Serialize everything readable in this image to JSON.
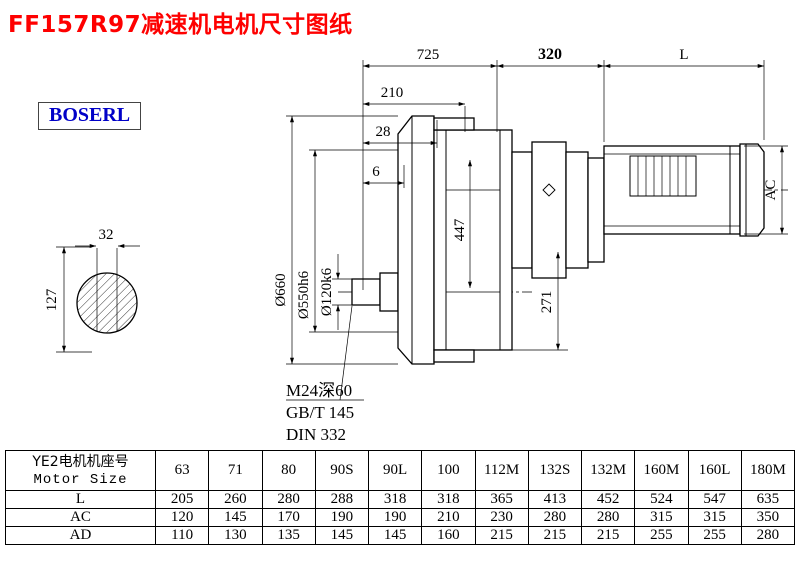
{
  "page": {
    "title": "FF157R97减速机电机尺寸图纸",
    "brand": "BOSERL"
  },
  "dims": {
    "overall": "725",
    "mid": "320",
    "motor_len": "L",
    "d210": "210",
    "d28": "28",
    "d6": "6",
    "bore_w": "32",
    "bore_h": "127",
    "flange_od": "Ø660",
    "spigot": "Ø550h6",
    "shaft_d": "Ø120k6",
    "d447": "447",
    "d271": "271",
    "ac": "AC",
    "note1": "M24深60",
    "note2": "GB/T 145",
    "note3": "DIN 332"
  },
  "table": {
    "header_line1": "YE2电机机座号",
    "header_line2": "Motor Size",
    "sizes": [
      "63",
      "71",
      "80",
      "90S",
      "90L",
      "100",
      "112M",
      "132S",
      "132M",
      "160M",
      "160L",
      "180M"
    ],
    "rows": [
      {
        "label": "L",
        "values": [
          "205",
          "260",
          "280",
          "288",
          "318",
          "318",
          "365",
          "413",
          "452",
          "524",
          "547",
          "635"
        ]
      },
      {
        "label": "AC",
        "values": [
          "120",
          "145",
          "170",
          "190",
          "190",
          "210",
          "230",
          "280",
          "280",
          "315",
          "315",
          "350"
        ]
      },
      {
        "label": "AD",
        "values": [
          "110",
          "130",
          "135",
          "145",
          "145",
          "160",
          "215",
          "215",
          "215",
          "255",
          "255",
          "280"
        ]
      }
    ]
  },
  "colors": {
    "title": "#fe0000",
    "brand": "#0000c8",
    "line": "#000000"
  }
}
